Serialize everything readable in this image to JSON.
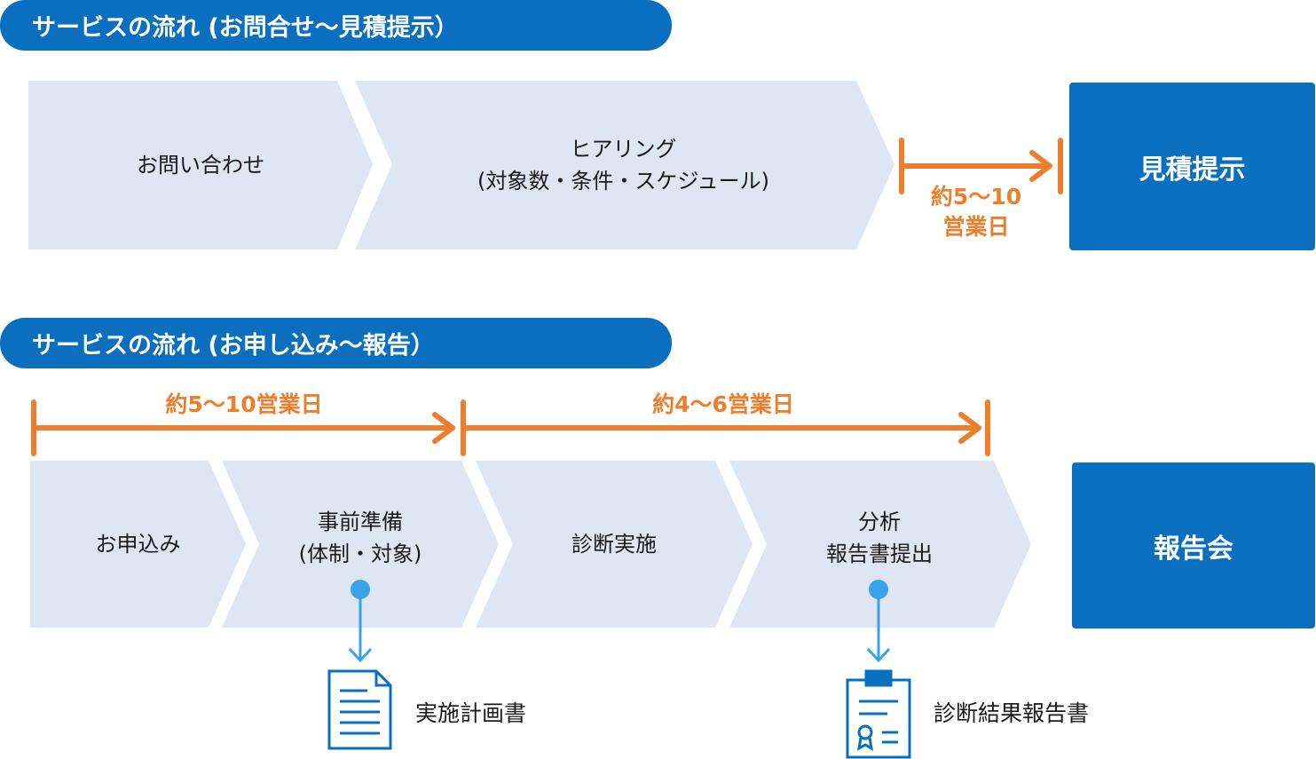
{
  "colors": {
    "accent_blue": "#0a6fbe",
    "step_fill": "#dde6f2",
    "orange": "#ee7d2c",
    "light_blue": "#3aa3e6"
  },
  "section1": {
    "title": "サービスの流れ (お問合せ〜見積提示）",
    "step1": "お問い合わせ",
    "step2_line1": "ヒアリング",
    "step2_line2": "(対象数・条件・スケジュール)",
    "duration_line1": "約5〜10",
    "duration_line2": "営業日",
    "final": "見積提示"
  },
  "section2": {
    "title": "サービスの流れ (お申し込み〜報告）",
    "duration1": "約5〜10営業日",
    "duration2": "約4〜6営業日",
    "step1": "お申込み",
    "step2_line1": "事前準備",
    "step2_line2": "(体制・対象)",
    "step3": "診断実施",
    "step4_line1": "分析",
    "step4_line2": "報告書提出",
    "final": "報告会",
    "doc1_label": "実施計画書",
    "doc2_label": "診断結果報告書"
  },
  "icons": {
    "doc1": "document-icon",
    "doc2": "clipboard-report-icon"
  }
}
